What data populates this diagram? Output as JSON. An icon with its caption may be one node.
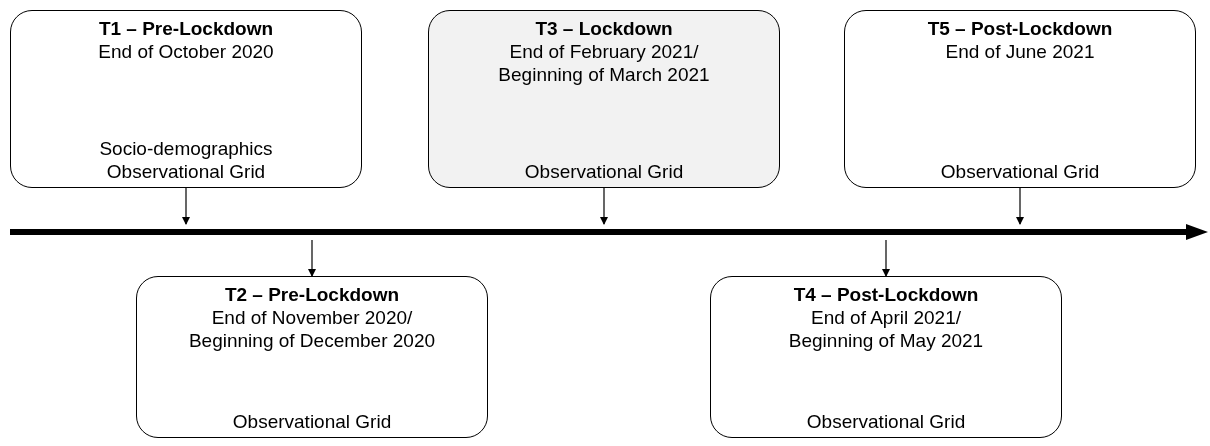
{
  "diagram": {
    "nodes": [
      {
        "text": [
          "T1 – Pre-Lockdown",
          "End of October 2020",
          "Socio-demographics",
          "Observational Grid"
        ]
      },
      {
        "text": [
          "T2 – Pre-Lockdown",
          "End of November 2020/ Beginning of December 2020",
          "Observational Grid"
        ]
      },
      {
        "text": [
          "T3 – Lockdown",
          "End of February 2021/ Beginning of March 2021",
          "Observational Grid"
        ]
      },
      {
        "text": [
          "T4 – Post-Lockdown",
          "End of April 2021/ Beginning of May 2021",
          "Observational Grid"
        ]
      },
      {
        "text": [
          "T5 – Post-Lockdown",
          "End of June 2021",
          "Observational Grid"
        ]
      },
      {
        "text": [],
        "shape": "arrow"
      }
    ],
    "edges": [
      {
        "from": 0,
        "to": 5,
        "arrow": "to"
      },
      {
        "from": 5,
        "to": 1,
        "arrow": "to"
      },
      {
        "from": 2,
        "to": 5,
        "arrow": "to"
      },
      {
        "from": 5,
        "to": 3,
        "arrow": "to"
      },
      {
        "from": 4,
        "to": 5,
        "arrow": "to"
      }
    ]
  }
}
